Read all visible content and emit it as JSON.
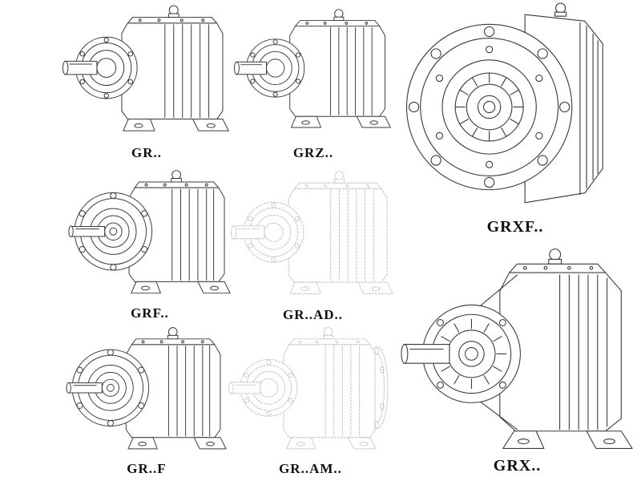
{
  "title": "Helical gear reducer model lineup",
  "colors": {
    "line": "#3a3a3a",
    "ghost_line": "#c0c0c0",
    "label_text": "#101010",
    "background": "#ffffff"
  },
  "models": [
    {
      "id": "gr",
      "label": "GR..",
      "style": "solid",
      "drawing": "foot-mounted-reducer"
    },
    {
      "id": "grz",
      "label": "GRZ..",
      "style": "solid",
      "drawing": "foot-mounted-reducer"
    },
    {
      "id": "grxf",
      "label": "GRXF..",
      "style": "solid",
      "drawing": "large-flange-mounted-reducer"
    },
    {
      "id": "grf",
      "label": "GRF..",
      "style": "solid",
      "drawing": "flange-and-foot-reducer"
    },
    {
      "id": "grad",
      "label": "GR..AD..",
      "style": "ghost-dashed",
      "drawing": "foot-mounted-reducer"
    },
    {
      "id": "grx",
      "label": "GRX..",
      "style": "solid",
      "drawing": "large-foot-mounted-reducer"
    },
    {
      "id": "grff",
      "label": "GR..F",
      "style": "solid",
      "drawing": "flange-and-foot-reducer"
    },
    {
      "id": "gram",
      "label": "GR..AM..",
      "style": "ghost-dashed",
      "drawing": "reducer-with-rear-flange"
    }
  ]
}
